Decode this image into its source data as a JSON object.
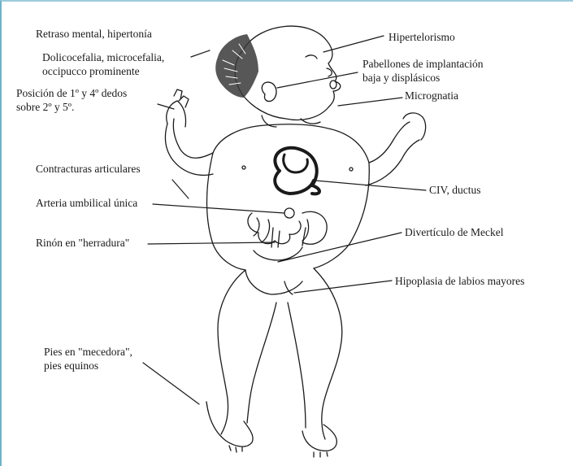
{
  "figure": {
    "labels": {
      "retraso": "Retraso mental, hipertonía",
      "dolico_1": "Dolicocefalia, microcefalia,",
      "dolico_2": "occipucco prominente",
      "posicion_1": "Posición de 1º y 4º dedos",
      "posicion_2": "sobre 2º y 5º.",
      "contracturas": "Contracturas articulares",
      "arteria": "Arteria umbilical única",
      "rinon": "Rinón en \"herradura\"",
      "pies_1": "Pies en \"mecedora\",",
      "pies_2": "pies equinos",
      "hipertelorismo": "Hipertelorismo",
      "pabellones_1": "Pabellones de implantación",
      "pabellones_2": "baja y displásicos",
      "micrognatia": "Micrognatia",
      "civ": "CIV, ductus",
      "meckel": "Divertículo de Meckel",
      "hipoplasia": "Hipoplasia de labios mayores"
    },
    "colors": {
      "ink": "#1a1a1a",
      "frame": "#6fb3c9"
    }
  }
}
